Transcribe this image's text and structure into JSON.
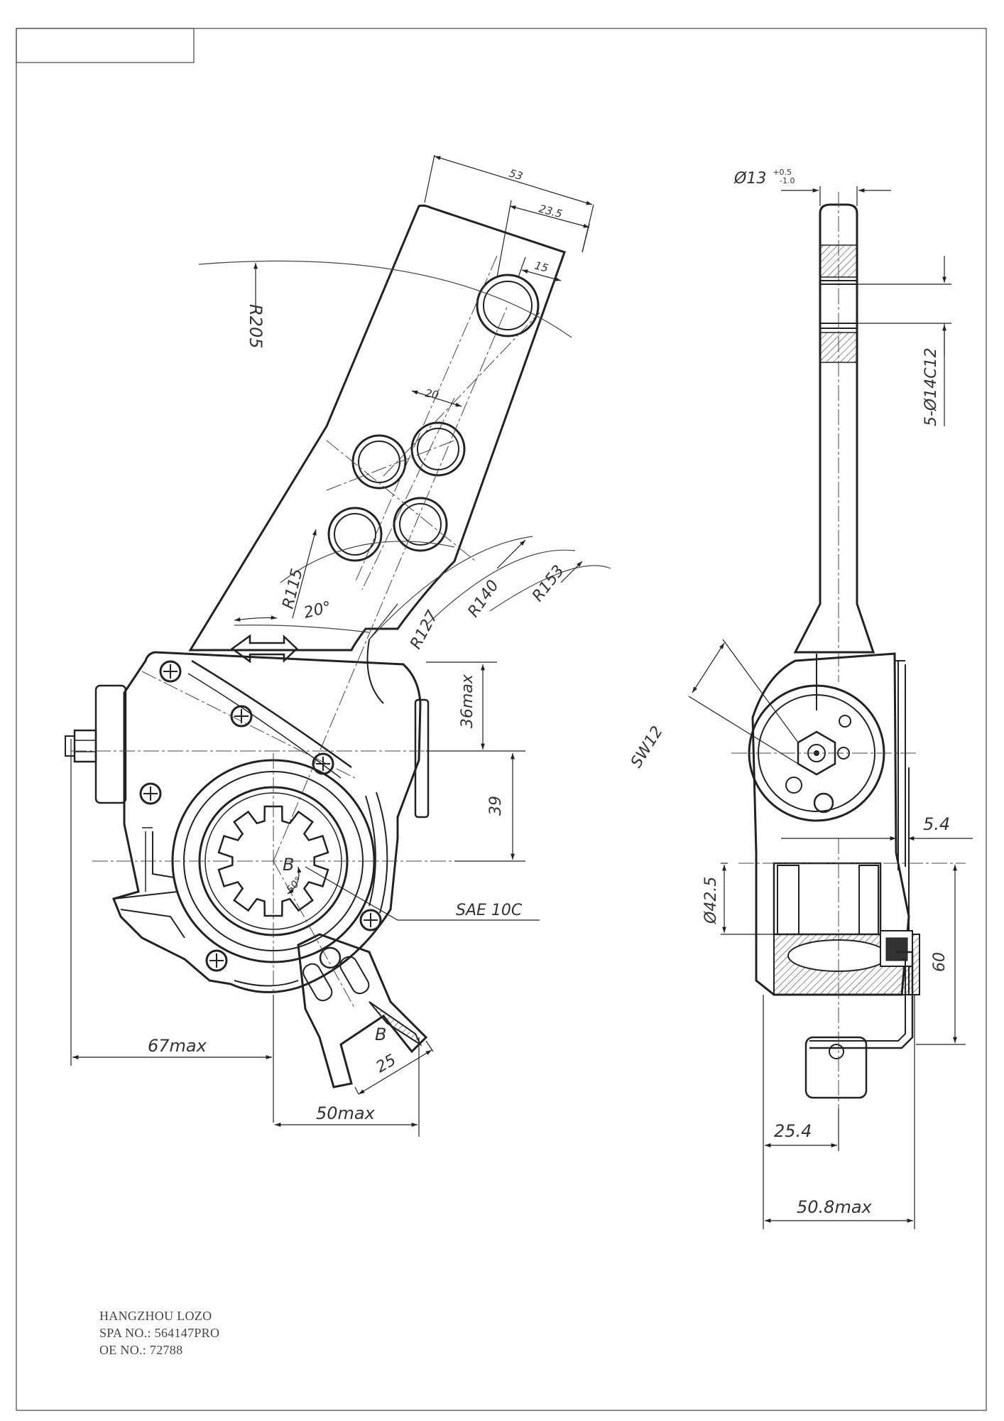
{
  "dimensions": {
    "d53": "53",
    "d23_5": "23.5",
    "d15": "15",
    "r205": "R205",
    "d20": "20",
    "r115": "R115",
    "a20": "20°",
    "r127": "R127",
    "r140": "R140",
    "r153": "R153",
    "d36max": "36max",
    "d39": "39",
    "b_upper": "B",
    "a50": "50°",
    "spline": "SAE 10C",
    "d67max": "67max",
    "b_lower": "B",
    "d25": "25",
    "d50max": "50max",
    "dia13": "Ø13",
    "tol_up": "+0.5",
    "tol_low": "-1.0",
    "holes": "5-Ø14C12",
    "sw12": "SW12",
    "d5_4": "5.4",
    "dia42_5": "Ø42.5",
    "d60": "60",
    "d25_4": "25.4",
    "d50_8max": "50.8max"
  },
  "title_block": {
    "company": "HANGZHOU LOZO",
    "spa_no": "SPA NO.: 564147PRO",
    "oe_no": "OE NO.: 72788"
  }
}
